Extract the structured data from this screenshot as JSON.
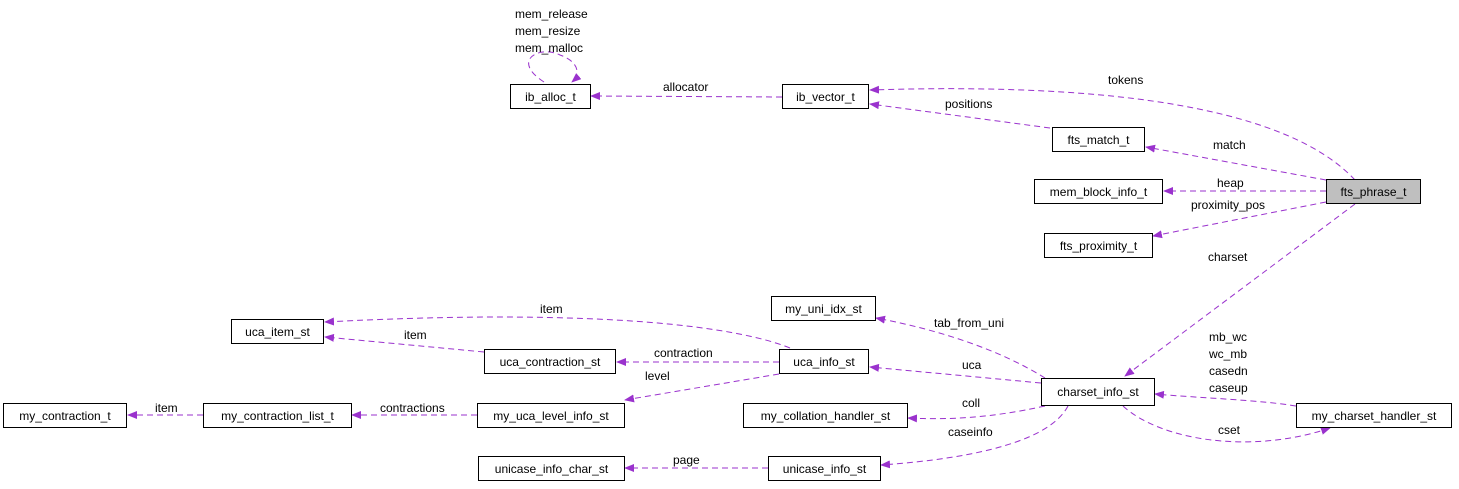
{
  "nodes": {
    "fts_phrase_t": "fts_phrase_t",
    "ib_vector_t": "ib_vector_t",
    "ib_alloc_t": "ib_alloc_t",
    "fts_match_t": "fts_match_t",
    "mem_block_info_t": "mem_block_info_t",
    "fts_proximity_t": "fts_proximity_t",
    "my_uni_idx_st": "my_uni_idx_st",
    "uca_item_st": "uca_item_st",
    "uca_contraction_st": "uca_contraction_st",
    "uca_info_st": "uca_info_st",
    "charset_info_st": "charset_info_st",
    "my_contraction_t": "my_contraction_t",
    "my_contraction_list_t": "my_contraction_list_t",
    "my_uca_level_info_st": "my_uca_level_info_st",
    "my_collation_handler_st": "my_collation_handler_st",
    "my_charset_handler_st": "my_charset_handler_st",
    "unicase_info_char_st": "unicase_info_char_st",
    "unicase_info_st": "unicase_info_st"
  },
  "edge_labels": {
    "mem_release": "mem_release",
    "mem_resize": "mem_resize",
    "mem_malloc": "mem_malloc",
    "allocator": "allocator",
    "tokens": "tokens",
    "positions": "positions",
    "match": "match",
    "heap": "heap",
    "proximity_pos": "proximity_pos",
    "charset": "charset",
    "item_top": "item",
    "item_mid": "item",
    "tab_from_uni": "tab_from_uni",
    "contraction": "contraction",
    "level": "level",
    "uca": "uca",
    "item_bottom": "item",
    "contractions": "contractions",
    "coll": "coll",
    "caseinfo": "caseinfo",
    "page": "page",
    "mb_wc": "mb_wc",
    "wc_mb": "wc_mb",
    "casedn": "casedn",
    "caseup": "caseup",
    "cset": "cset"
  },
  "colors": {
    "edge": "#9a32cd",
    "node_border": "#000000",
    "root_fill": "#bfbfbf"
  }
}
